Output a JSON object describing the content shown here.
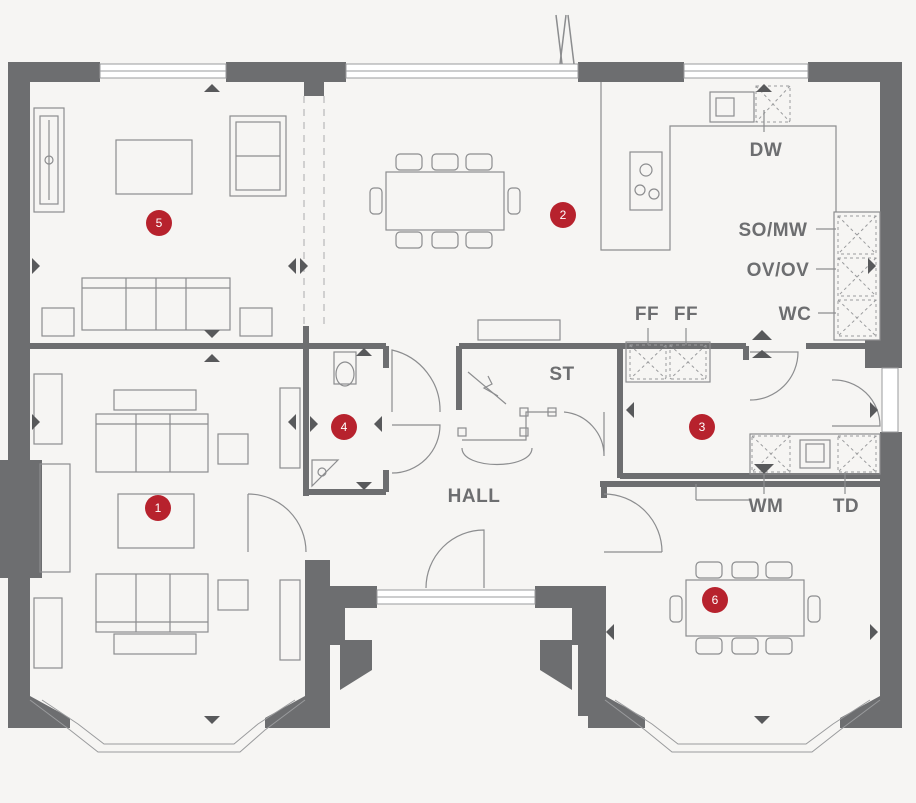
{
  "plan": {
    "room_markers": [
      {
        "id": "1",
        "color": "#b7222d"
      },
      {
        "id": "2",
        "color": "#b7222d"
      },
      {
        "id": "3",
        "color": "#b7222d"
      },
      {
        "id": "4",
        "color": "#b7222d"
      },
      {
        "id": "5",
        "color": "#b7222d"
      },
      {
        "id": "6",
        "color": "#b7222d"
      }
    ],
    "labels": {
      "hall": "HALL",
      "st": "ST",
      "dw": "DW",
      "so_mw": "SO/MW",
      "ov_ov": "OV/OV",
      "wc": "WC",
      "ff1": "FF",
      "ff2": "FF",
      "wm": "WM",
      "td": "TD"
    },
    "colors": {
      "wall": "#6d6e70",
      "background": "#f6f5f3",
      "marker": "#b7222d"
    }
  }
}
